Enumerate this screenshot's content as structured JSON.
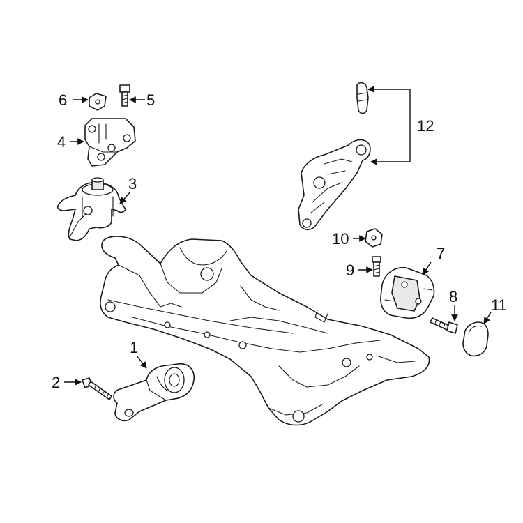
{
  "callouts": [
    {
      "id": "1",
      "text": "1"
    },
    {
      "id": "2",
      "text": "2"
    },
    {
      "id": "3",
      "text": "3"
    },
    {
      "id": "4",
      "text": "4"
    },
    {
      "id": "5",
      "text": "5"
    },
    {
      "id": "6",
      "text": "6"
    },
    {
      "id": "7",
      "text": "7"
    },
    {
      "id": "8",
      "text": "8"
    },
    {
      "id": "9",
      "text": "9"
    },
    {
      "id": "10",
      "text": "10"
    },
    {
      "id": "11",
      "text": "11"
    },
    {
      "id": "12",
      "text": "12"
    }
  ],
  "colors": {
    "line": "#1a1a1a",
    "background": "#ffffff",
    "shade": "#e9e9e9"
  }
}
